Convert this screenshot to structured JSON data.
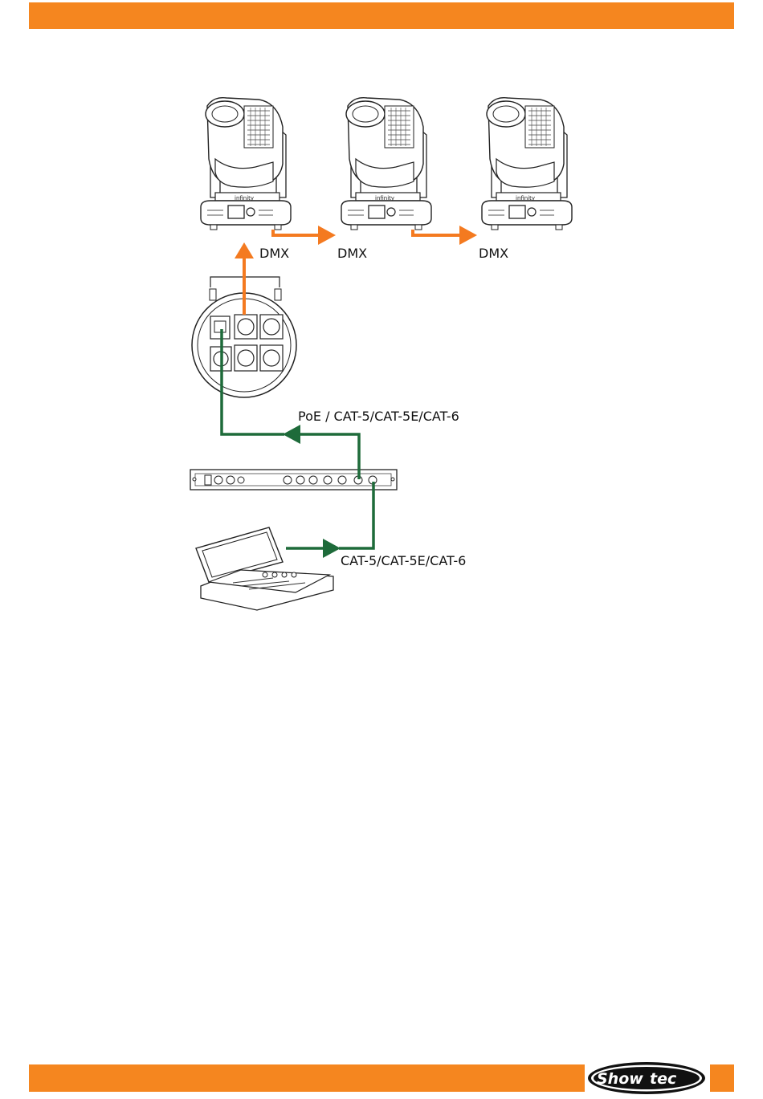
{
  "labels": {
    "dmx_1": "DMX",
    "dmx_2": "DMX",
    "dmx_3": "DMX",
    "poe_cable": "PoE / CAT-5/CAT-5E/CAT-6",
    "cat_cable": "CAT-5/CAT-5E/CAT-6"
  },
  "logo": {
    "text": "Show tec"
  },
  "colors": {
    "header_bar": "#f5861f",
    "dmx_arrow": "#f47a20",
    "network_arrow": "#1e6b3a"
  }
}
